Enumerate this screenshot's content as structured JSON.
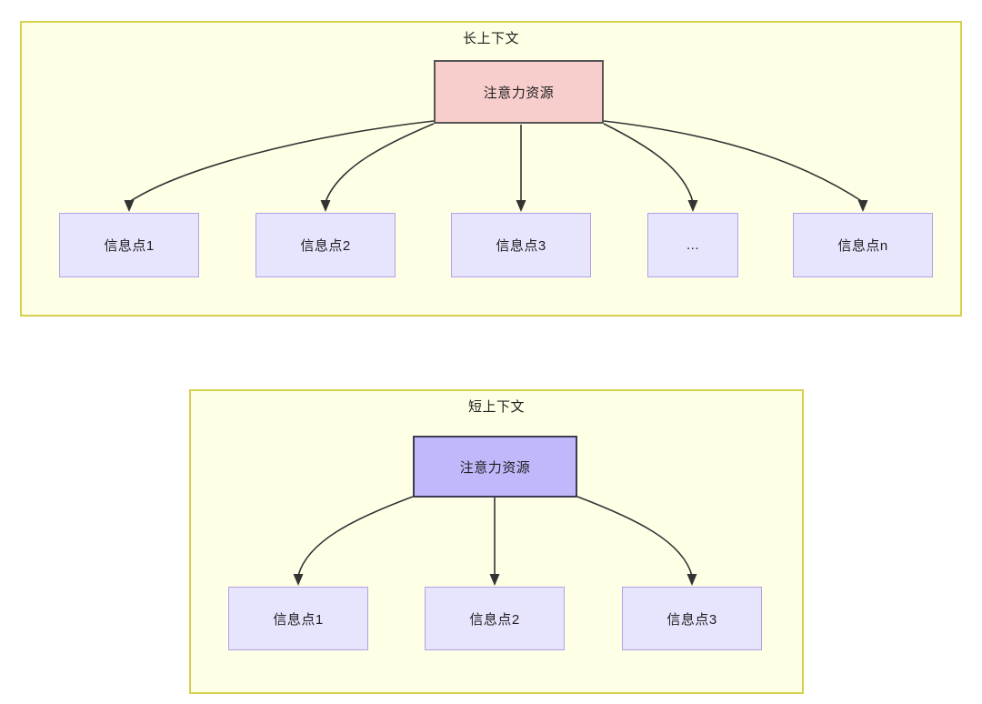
{
  "diagram": {
    "type": "tree-comparison",
    "background": "#ffffff",
    "groups": [
      {
        "id": "long-context",
        "title": "长上下文",
        "fill": "#ffffe6",
        "stroke": "#d6d14e",
        "root": {
          "id": "attention-long",
          "label": "注意力资源",
          "fill": "#f8cecc",
          "stroke": "#555555"
        },
        "leaves": [
          {
            "id": "info-1",
            "label": "信息点1"
          },
          {
            "id": "info-2",
            "label": "信息点2"
          },
          {
            "id": "info-3",
            "label": "信息点3"
          },
          {
            "id": "info-ellipsis",
            "label": "..."
          },
          {
            "id": "info-n",
            "label": "信息点n"
          }
        ],
        "leaf_fill": "#e7e4fd",
        "leaf_stroke": "#b3a1e8",
        "edge_count": 5
      },
      {
        "id": "short-context",
        "title": "短上下文",
        "fill": "#ffffe6",
        "stroke": "#d6d14e",
        "root": {
          "id": "attention-short",
          "label": "注意力资源",
          "fill": "#bfb9fb",
          "stroke": "#3b3b52"
        },
        "leaves": [
          {
            "id": "info-1",
            "label": "信息点1"
          },
          {
            "id": "info-2",
            "label": "信息点2"
          },
          {
            "id": "info-3",
            "label": "信息点3"
          }
        ],
        "leaf_fill": "#e7e4fd",
        "leaf_stroke": "#b3a1e8",
        "edge_count": 3
      }
    ],
    "edge_color": "#333333"
  }
}
